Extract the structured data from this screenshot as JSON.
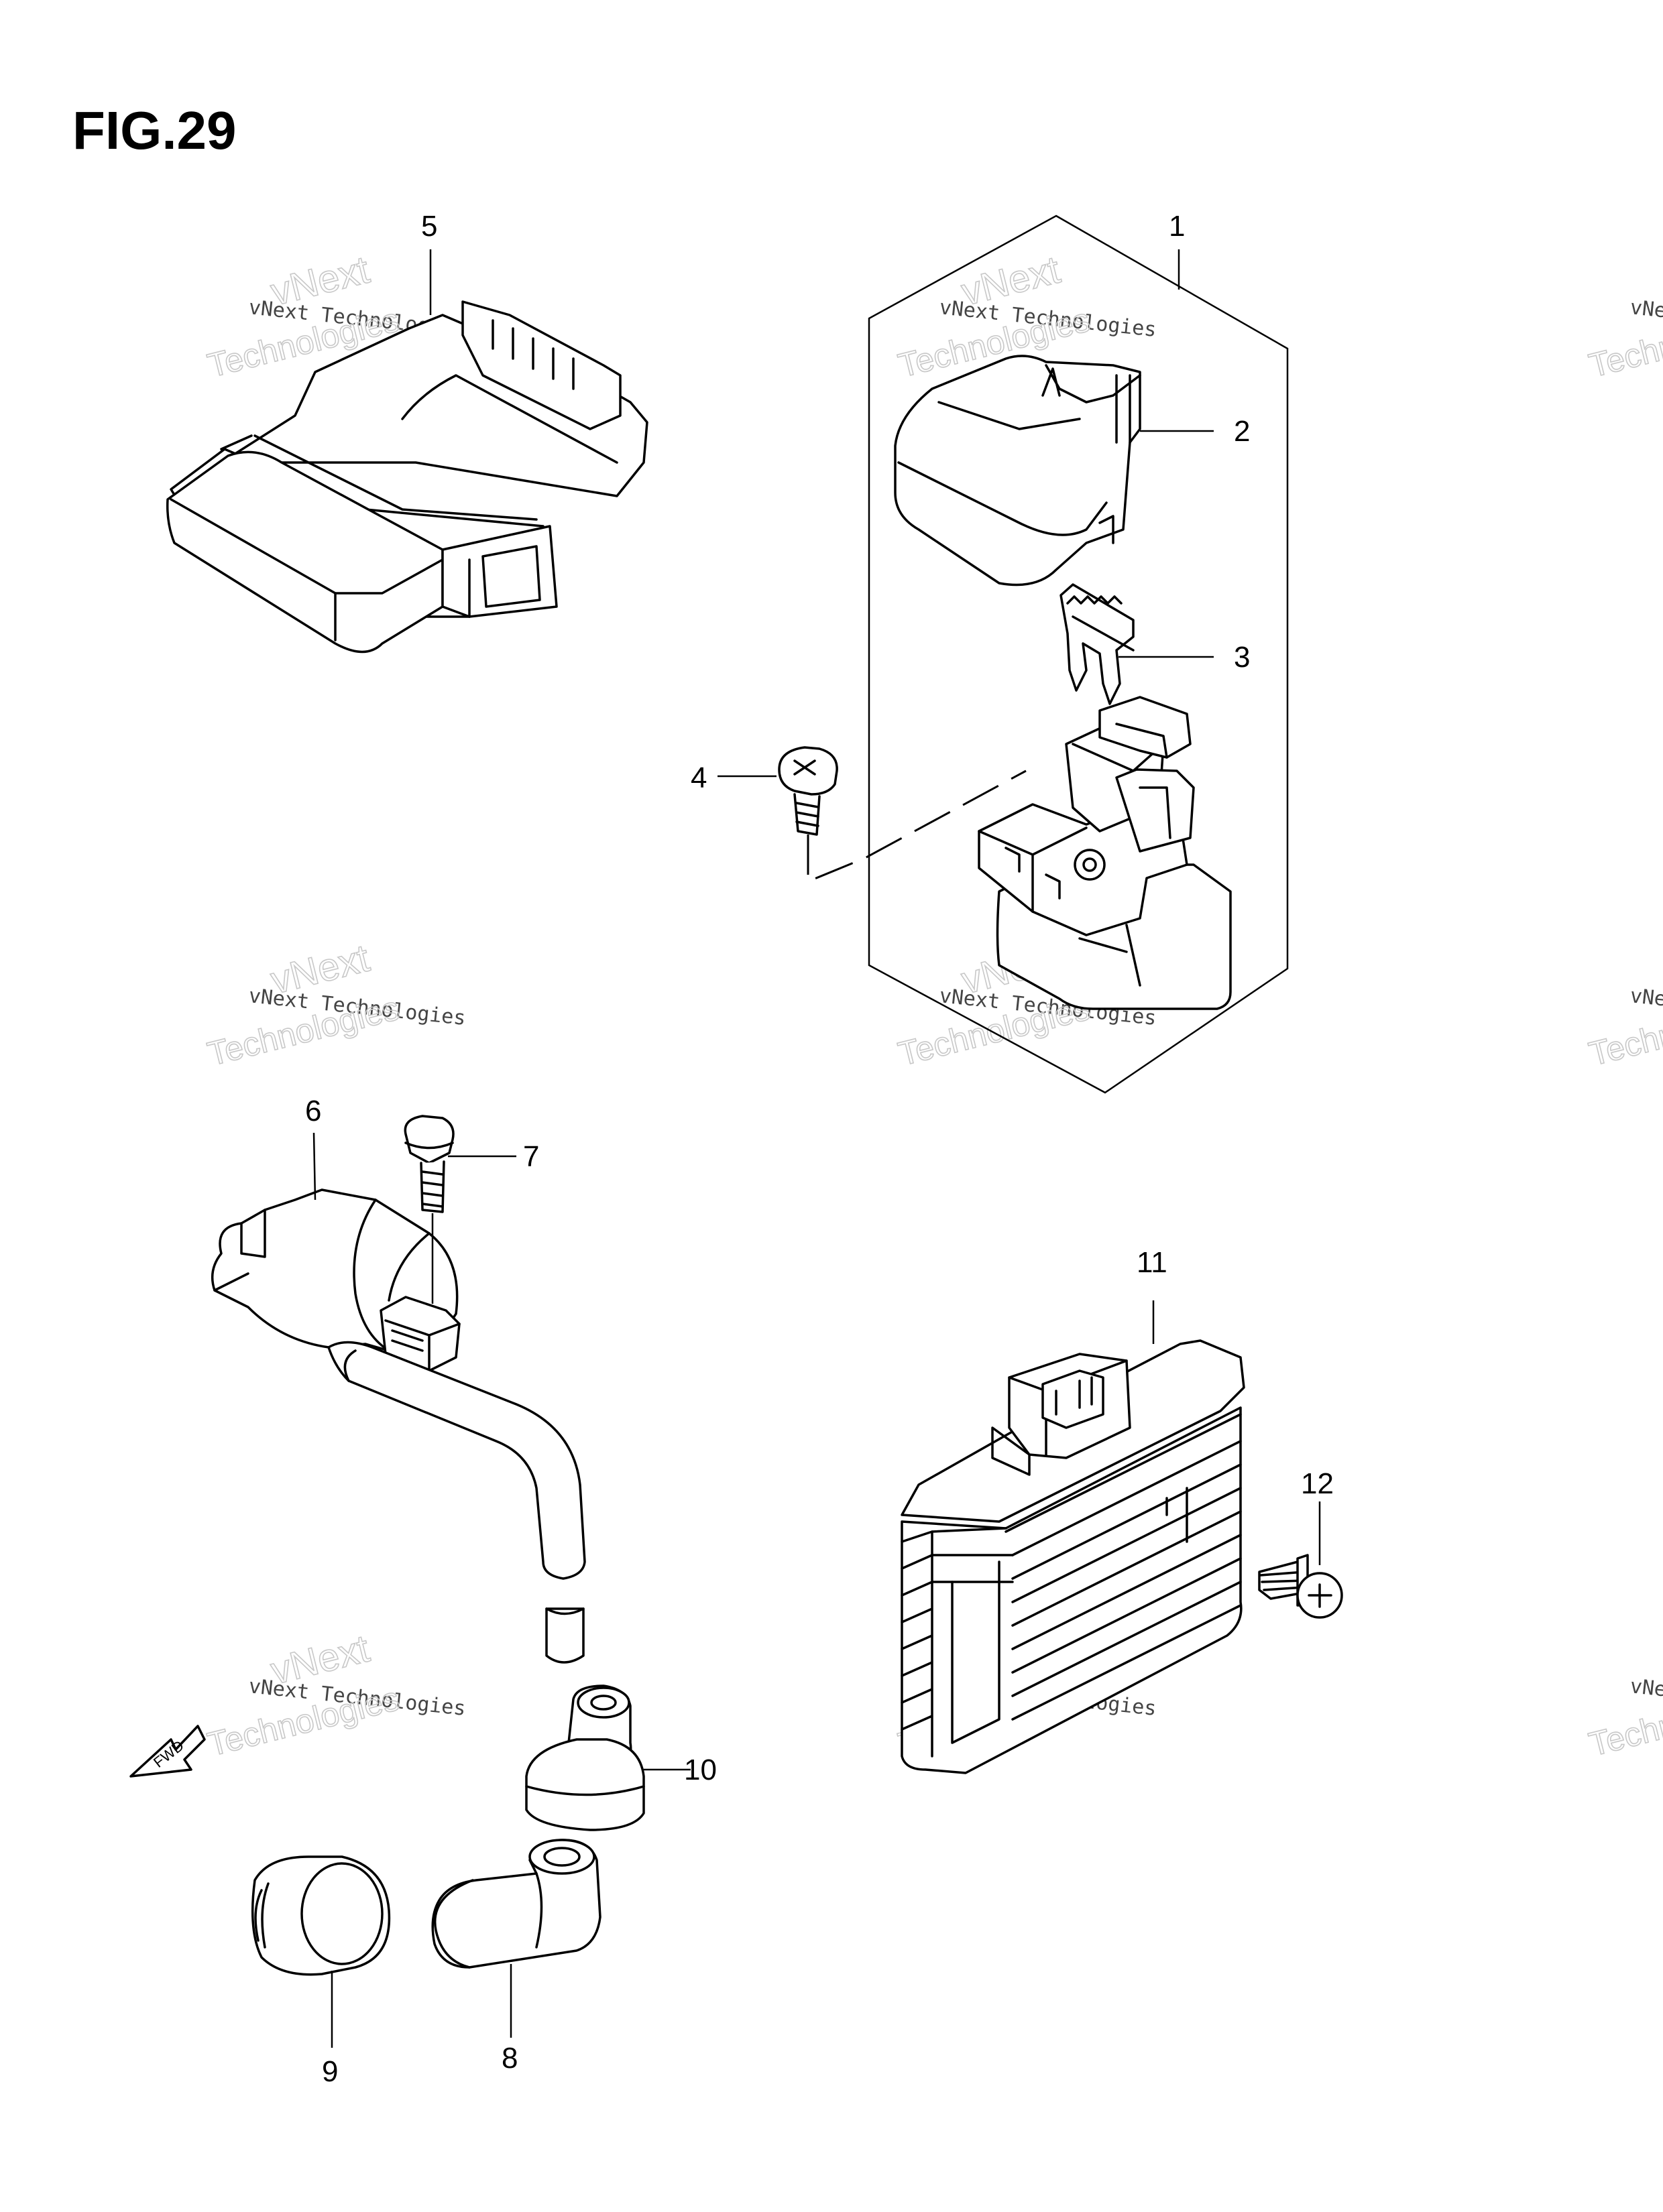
{
  "figure": {
    "title": "FIG.29"
  },
  "callouts": {
    "c1": "1",
    "c2": "2",
    "c3": "3",
    "c4": "4",
    "c5": "5",
    "c6": "6",
    "c7": "7",
    "c8": "8",
    "c9": "9",
    "c10": "10",
    "c11": "11",
    "c12": "12"
  },
  "fwd_arrow": {
    "label": "FWD"
  },
  "watermark": {
    "line1": "vNext Technologies",
    "line2": "vNext",
    "line3": "Technologies"
  }
}
